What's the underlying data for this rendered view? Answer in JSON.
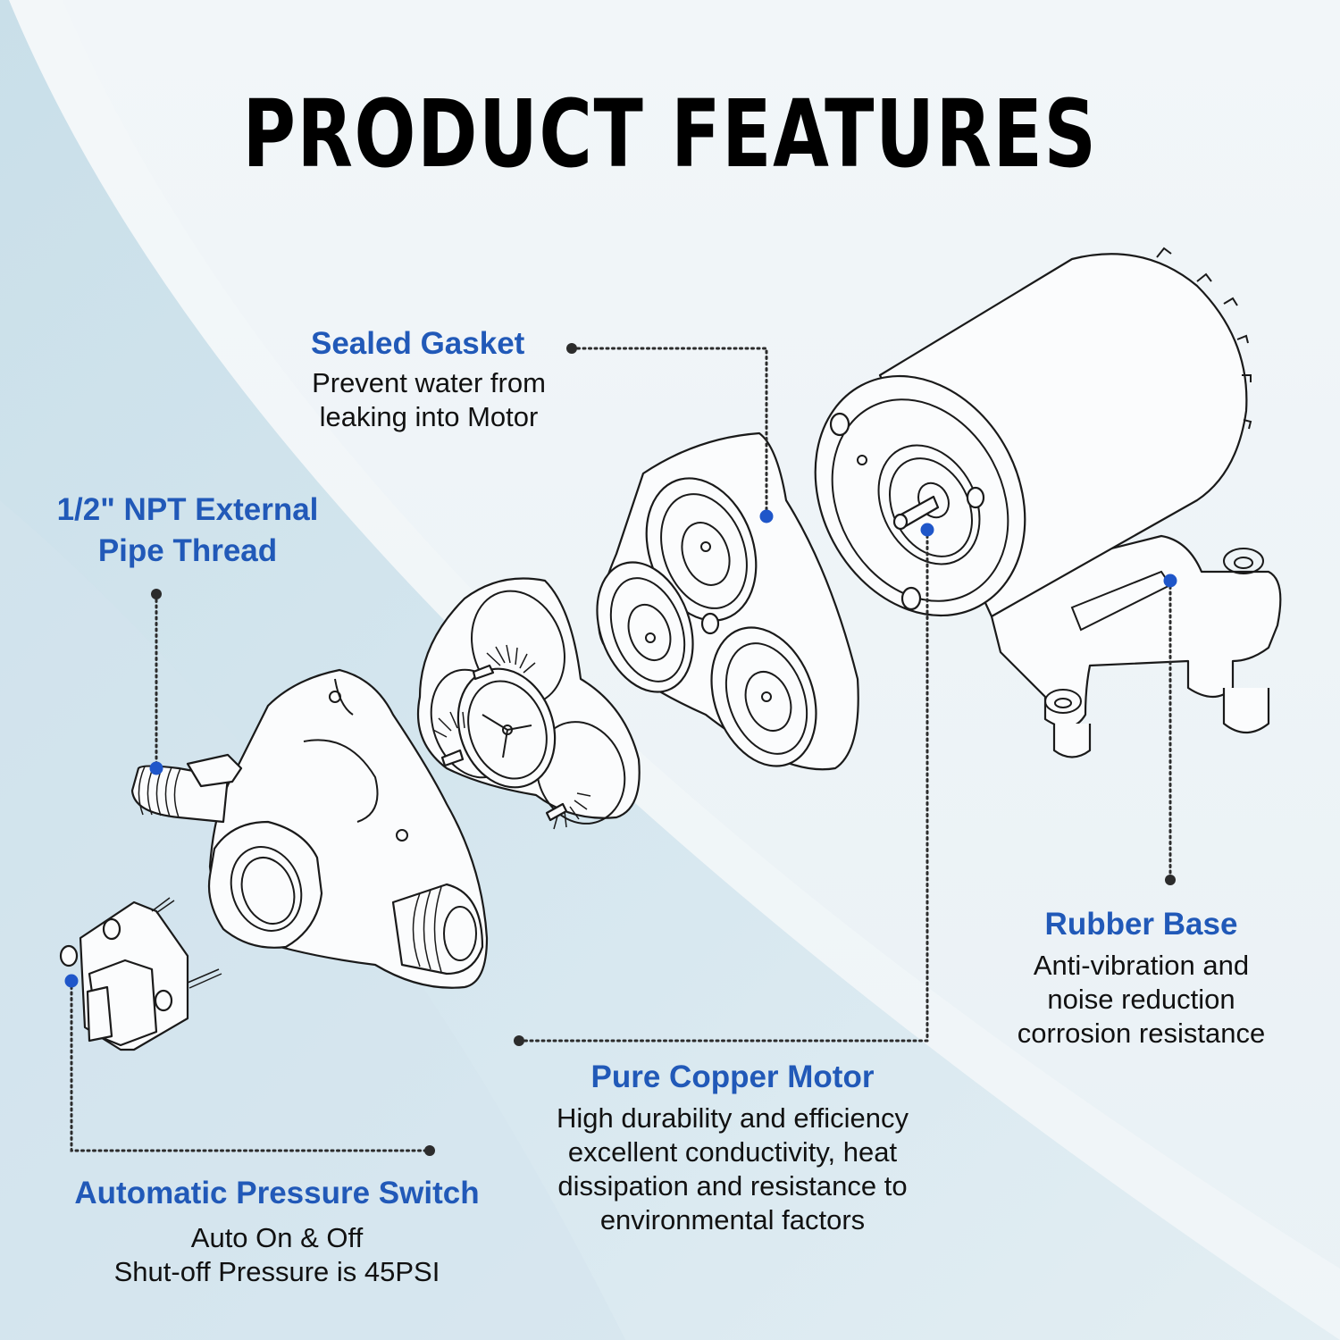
{
  "page": {
    "title": "PRODUCT FEATURES"
  },
  "colors": {
    "heading_blue": "#2159b8",
    "anchor_blue": "#1f56c9",
    "anchor_dark": "#2c2c2c",
    "text_black": "#111111",
    "background_light": "#f2f6f9",
    "background_blue": "#cfe2ec"
  },
  "callouts": [
    {
      "id": "sealed-gasket",
      "heading": "Sealed Gasket",
      "lines": [
        "Prevent water from",
        "leaking into Motor"
      ]
    },
    {
      "id": "npt-thread",
      "heading_lines": [
        "1/2\" NPT External",
        "Pipe Thread"
      ]
    },
    {
      "id": "rubber-base",
      "heading": "Rubber Base",
      "lines": [
        "Anti-vibration and",
        "noise reduction",
        "corrosion resistance"
      ]
    },
    {
      "id": "copper-motor",
      "heading": "Pure Copper Motor",
      "lines": [
        "High durability and efficiency",
        "excellent conductivity, heat",
        "dissipation and resistance to",
        "environmental factors"
      ]
    },
    {
      "id": "pressure-switch",
      "heading": "Automatic Pressure Switch",
      "lines": [
        "Auto On & Off",
        "Shut-off Pressure is 45PSI"
      ]
    }
  ],
  "diagram": {
    "components": [
      "pressure-switch",
      "pump-head-housing",
      "valve-assembly",
      "diaphragm-gasket",
      "motor"
    ],
    "icons": {
      "anchor_dot_blue": "blue-circle-marker",
      "anchor_dot_dark": "dark-circle-marker"
    }
  }
}
